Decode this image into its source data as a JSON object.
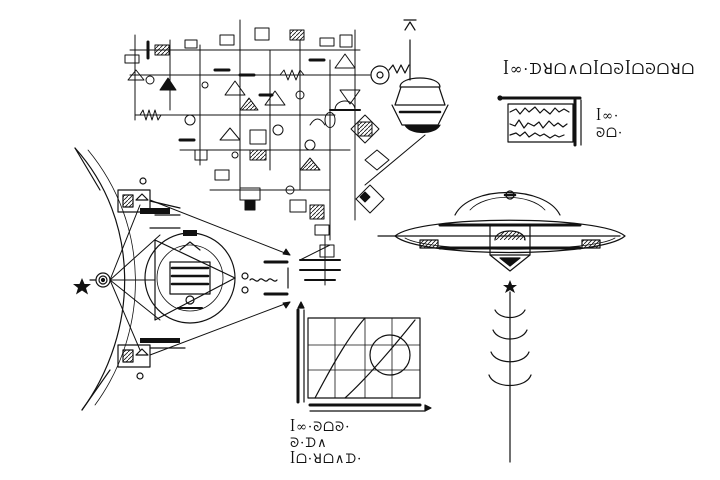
{
  "colors": {
    "ink": "#111111",
    "paper": "#ffffff"
  },
  "inscriptions": {
    "top_right": "ꟾ∞·ᗪꓤᗝ∧ᗝꟾᗝᘐꟾᗝᘐᗝꓤᗝ",
    "side": [
      "ꟾ∞·",
      "ᘐᗝ·"
    ],
    "bottom_left": [
      "ꟾ∞·ᘐᗝᘐ·",
      "ᘐ·ᗪ∧",
      "ꟾᗝ·ꓤᗝ∧ᗪ·"
    ]
  },
  "icons": [
    "star-icon",
    "spiral-icon",
    "saucer-icon",
    "antenna-icon",
    "waveform-icon",
    "graph-icon"
  ]
}
